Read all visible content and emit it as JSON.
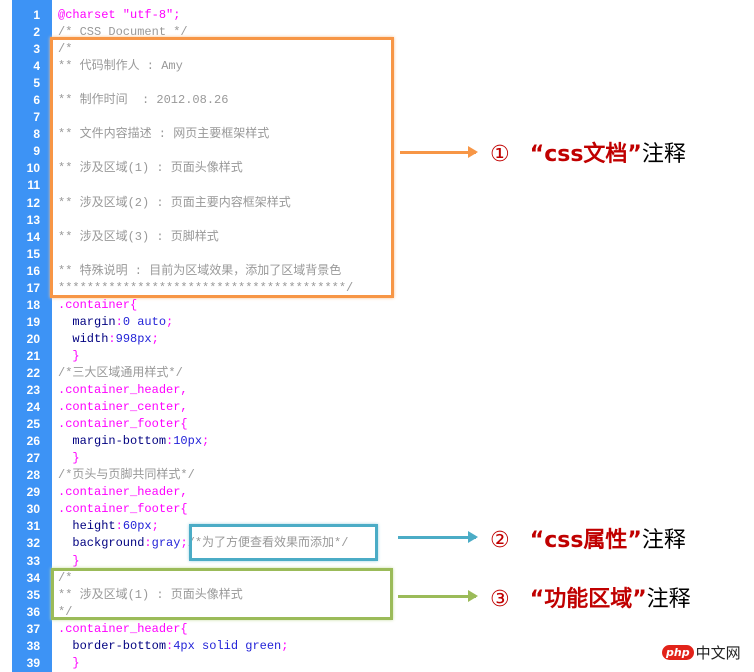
{
  "lines": [
    [
      [
        "sel",
        "@charset \"utf-8\";"
      ]
    ],
    [
      [
        "cmt",
        "/* CSS Document */"
      ]
    ],
    [
      [
        "cmt",
        "/*"
      ]
    ],
    [
      [
        "cmt",
        "** 代码制作人 : Amy"
      ]
    ],
    [],
    [
      [
        "cmt",
        "** 制作时间  : 2012.08.26"
      ]
    ],
    [],
    [
      [
        "cmt",
        "** 文件内容描述 : 网页主要框架样式"
      ]
    ],
    [],
    [
      [
        "cmt",
        "** 涉及区域(1) : 页面头像样式"
      ]
    ],
    [],
    [
      [
        "cmt",
        "** 涉及区域(2) : 页面主要内容框架样式"
      ]
    ],
    [],
    [
      [
        "cmt",
        "** 涉及区域(3) : 页脚样式"
      ]
    ],
    [],
    [
      [
        "cmt",
        "** 特殊说明 : 目前为区域效果，添加了区域背景色"
      ]
    ],
    [
      [
        "cmt",
        "****************************************/"
      ]
    ],
    [
      [
        "sel",
        ".container{"
      ]
    ],
    [
      [
        "prop",
        "  margin"
      ],
      [
        "sel",
        ":"
      ],
      [
        "val",
        "0 auto"
      ],
      [
        "sel",
        ";"
      ]
    ],
    [
      [
        "prop",
        "  width"
      ],
      [
        "sel",
        ":"
      ],
      [
        "val",
        "998px"
      ],
      [
        "sel",
        ";"
      ]
    ],
    [
      [
        "sel",
        "  }"
      ]
    ],
    [
      [
        "cmt",
        "/*三大区域通用样式*/"
      ]
    ],
    [
      [
        "sel",
        ".container_header,"
      ]
    ],
    [
      [
        "sel",
        ".container_center,"
      ]
    ],
    [
      [
        "sel",
        ".container_footer{"
      ]
    ],
    [
      [
        "prop",
        "  margin-bottom"
      ],
      [
        "sel",
        ":"
      ],
      [
        "val",
        "10px"
      ],
      [
        "sel",
        ";"
      ]
    ],
    [
      [
        "sel",
        "  }"
      ]
    ],
    [
      [
        "cmt",
        "/*页头与页脚共同样式*/"
      ]
    ],
    [
      [
        "sel",
        ".container_header,"
      ]
    ],
    [
      [
        "sel",
        ".container_footer{"
      ]
    ],
    [
      [
        "prop",
        "  height"
      ],
      [
        "sel",
        ":"
      ],
      [
        "val",
        "60px"
      ],
      [
        "sel",
        ";"
      ]
    ],
    [
      [
        "prop",
        "  background"
      ],
      [
        "sel",
        ":"
      ],
      [
        "val",
        "gray"
      ],
      [
        "sel",
        ";"
      ],
      [
        "cmt",
        "/*为了方便查看效果而添加*/"
      ]
    ],
    [
      [
        "sel",
        "  }"
      ]
    ],
    [
      [
        "cmt",
        "/*"
      ]
    ],
    [
      [
        "cmt",
        "** 涉及区域(1) : 页面头像样式"
      ]
    ],
    [
      [
        "cmt",
        "*/"
      ]
    ],
    [
      [
        "sel",
        ".container_header{"
      ]
    ],
    [
      [
        "prop",
        "  border-bottom"
      ],
      [
        "sel",
        ":"
      ],
      [
        "val",
        "4px solid green"
      ],
      [
        "sel",
        ";"
      ]
    ],
    [
      [
        "sel",
        "  }"
      ]
    ]
  ],
  "annotations": [
    {
      "num": "①",
      "quoted": "“css文档”",
      "tail": "注释",
      "color": "#f79646"
    },
    {
      "num": "②",
      "quoted": "“css属性”",
      "tail": "注释",
      "color": "#4bacc6"
    },
    {
      "num": "③",
      "quoted": "“功能区域”",
      "tail": "注释",
      "color": "#9bbb59"
    }
  ],
  "watermark": {
    "logo": "php",
    "text": "中文网"
  }
}
